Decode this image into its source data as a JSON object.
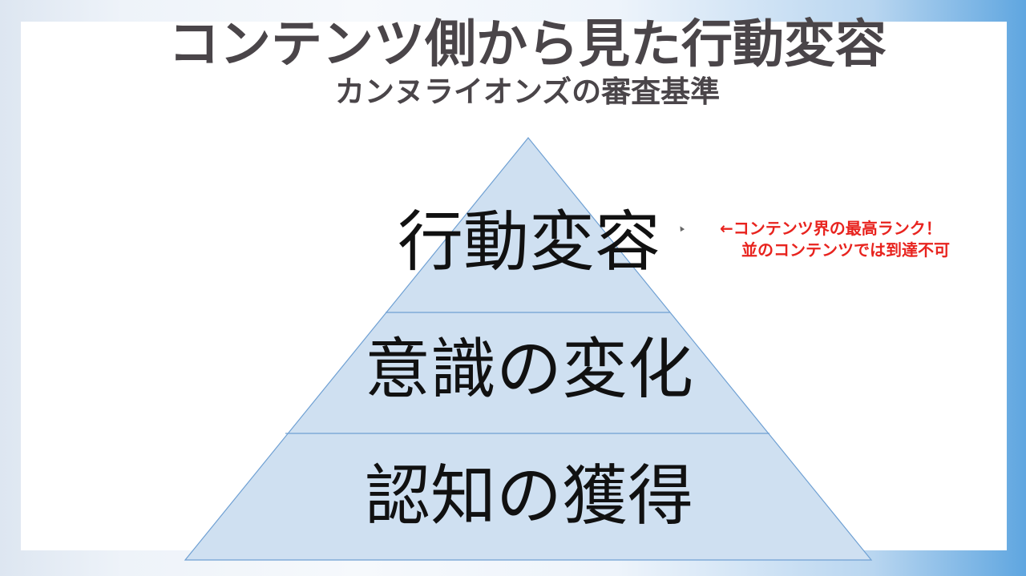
{
  "slide": {
    "title": "コンテンツ側から見た行動変容",
    "subtitle": "カンヌライオンズの審査基準"
  },
  "pyramid": {
    "tiers": [
      {
        "label": "行動変容"
      },
      {
        "label": "意識の変化"
      },
      {
        "label": "認知の獲得"
      }
    ],
    "fill_color": "#cfe0f1",
    "stroke_color": "#6fa0d3"
  },
  "annotation": {
    "line1": "←コンテンツ界の最高ランク！",
    "line2": "並のコンテンツでは到達不可",
    "color": "#e8231e"
  }
}
